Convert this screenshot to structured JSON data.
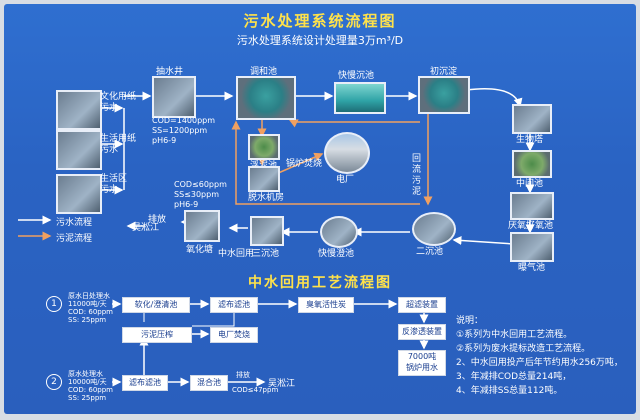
{
  "title": "污水处理系统流程图",
  "subtitle": "污水处理系统设计处理量3万m³/D",
  "nodes": {
    "culture": "文化用纸\n污水",
    "living": "生活用纸\n污水",
    "livearea": "生活区\n污水",
    "well": "抽水井",
    "adjust": "调和池",
    "fastsettle": "快慢沉池",
    "primary": "初沉淀",
    "bio": "生物塔",
    "mid": "中间池",
    "anox": "厌氧好氧池",
    "aer": "曝气池",
    "second": "二沉池",
    "fastsettle2": "快慢澄池",
    "threesettle": "三沉池",
    "reuse": "中水回用",
    "oxpond": "氧化塘",
    "sludge": "浮泥池",
    "sludge2": "脱水机房",
    "boiler": "锅炉焚烧",
    "power": "电厂",
    "return": "回流污泥",
    "discharge": "排放",
    "river": "吴淞江"
  },
  "params_in": [
    "COD=1400ppm",
    "SS=1200ppm",
    "pH6-9"
  ],
  "params_out": [
    "COD≤60ppm",
    "SS≤30ppm",
    "pH6-9"
  ],
  "legend": {
    "water": "污水流程",
    "sludge": "污泥流程"
  },
  "title2": "中水回用工艺流程图",
  "process1": {
    "num": "1",
    "src": [
      "原水日处理水",
      "11000吨/天",
      "COD: 60ppm",
      "SS: 25ppm"
    ],
    "steps": [
      "软化/澄清池",
      "滤布滤池",
      "臭氧活性炭",
      "超滤装置",
      "反渗透装置",
      "7000吨\n锅炉用水"
    ]
  },
  "process2": {
    "num": "2",
    "src": [
      "原水处理水",
      "10000吨/天",
      "COD: 60ppm",
      "SS: 25ppm"
    ],
    "steps": [
      "滤布滤池",
      "混合池",
      "排放",
      "吴淞江",
      "污泥压榨",
      "电厂焚烧"
    ],
    "out": "COD≤47ppm"
  },
  "notes": {
    "head": "说明：",
    "lines": [
      "①系列为中水回用工艺流程。",
      "②系列为废水提标改造工艺流程。",
      "2、中水回用投产后年节约用水256万吨，",
      "3、年减排COD总量214吨，",
      "4、年减排SS总量112吨。"
    ]
  },
  "colors": {
    "bg": "#2a63c3",
    "title": "#ffe24a",
    "water": "#ffffff",
    "sludge": "#f0a060"
  }
}
